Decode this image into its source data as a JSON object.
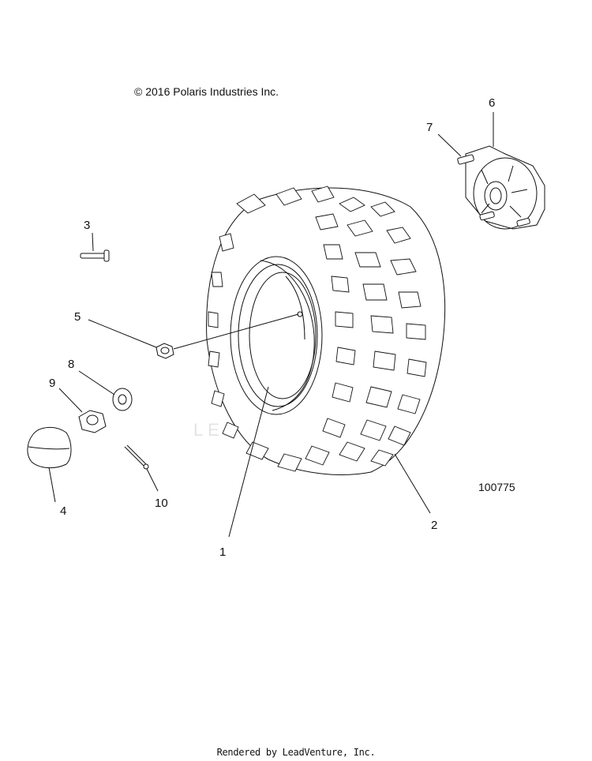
{
  "copyright": "© 2016 Polaris Industries Inc.",
  "diagram_number": "100775",
  "footer": "Rendered by LeadVenture, Inc.",
  "watermark": "LEADVENTURE",
  "callouts": [
    "1",
    "2",
    "3",
    "4",
    "5",
    "6",
    "7",
    "8",
    "9",
    "10"
  ]
}
